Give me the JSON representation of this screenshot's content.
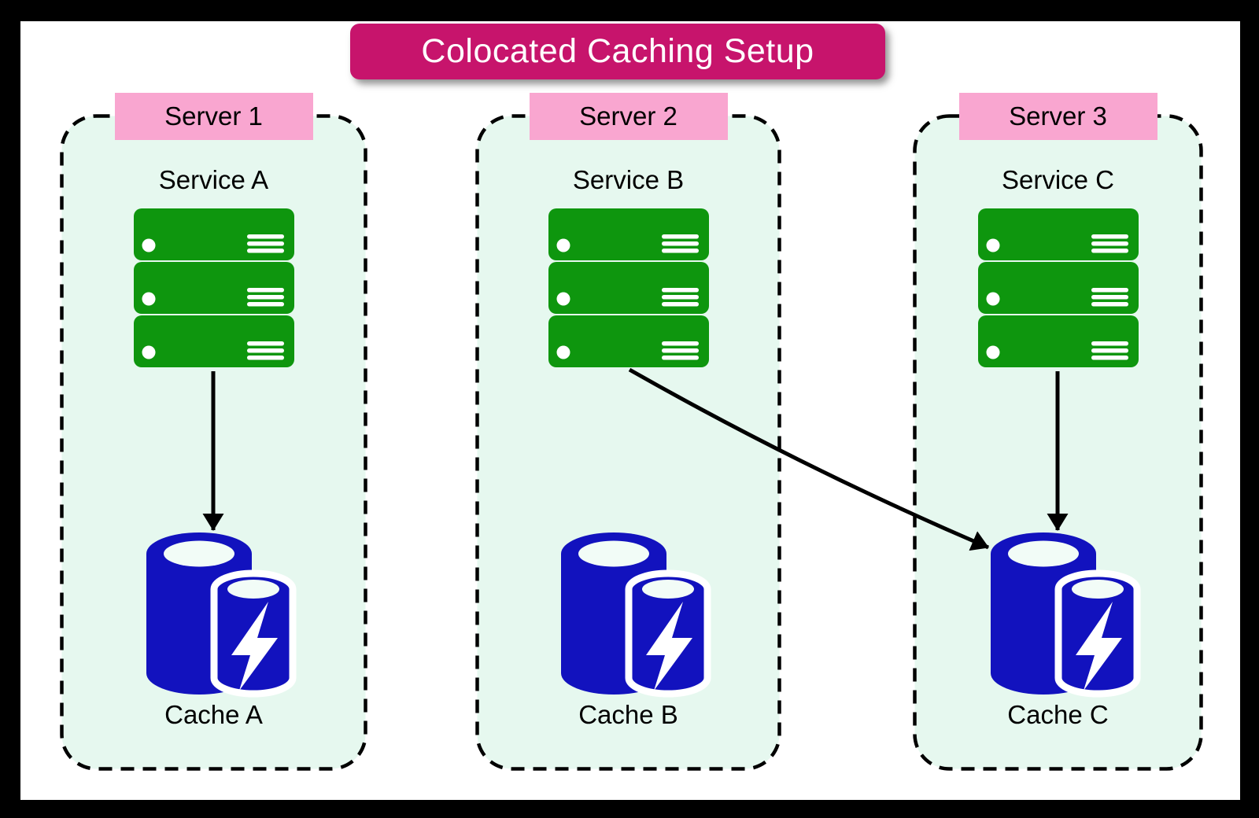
{
  "title": {
    "text": "Colocated Caching Setup"
  },
  "colors": {
    "banner": "#C7146C",
    "server_header": "#F9A6D0",
    "container_fill": "#E6F8EF",
    "service_icon_green": "#0E960E",
    "cache_icon_blue": "#1212BE",
    "cache_opening": "#F2FCF7"
  },
  "servers": [
    {
      "name": "Server 1",
      "service_label": "Service A",
      "cache_label": "Cache A"
    },
    {
      "name": "Server 2",
      "service_label": "Service B",
      "cache_label": "Cache B"
    },
    {
      "name": "Server 3",
      "service_label": "Service C",
      "cache_label": "Cache C"
    }
  ],
  "connections": [
    {
      "from": "Service A",
      "to": "Cache A",
      "type": "local"
    },
    {
      "from": "Service B",
      "to": "Cache C",
      "type": "cross-server"
    },
    {
      "from": "Service C",
      "to": "Cache C",
      "type": "local"
    }
  ]
}
